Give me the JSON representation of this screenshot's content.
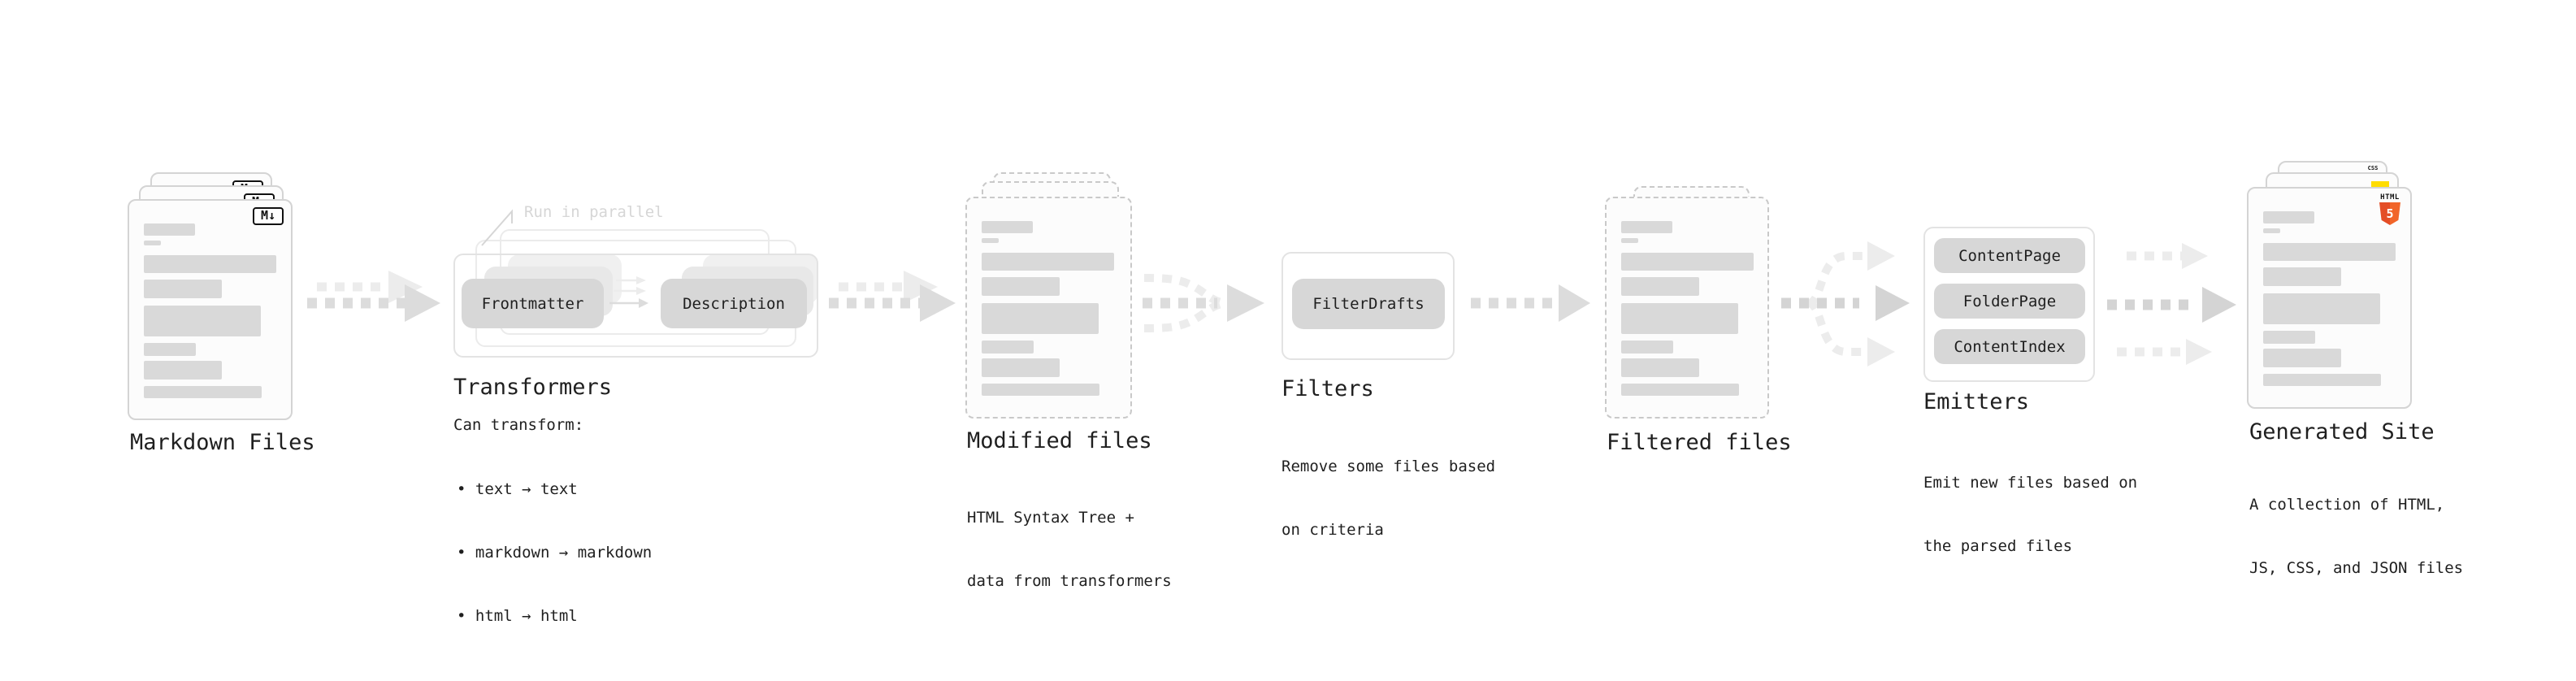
{
  "colors": {
    "text": "#1f1f1f",
    "muted": "#d6d6d6",
    "bar": "#d9d9d9",
    "pill": "#d7d7d7",
    "arrow": "#dcdcdc",
    "arrowmid": "#d4d4d4",
    "arrowlight": "#ececec",
    "ink": "#111111",
    "orange": "#e4542b",
    "yellow": "#ffdd00",
    "blue": "#2563eb",
    "border": "#d4d4d4",
    "borderdash": "#c9c9c9",
    "cardborder": "#e3e3e3",
    "docbg": "#fcfcfc",
    "ghost1": "#e8e8e8",
    "ghost2": "#f0f0f0"
  },
  "doc_bars": [
    {
      "w": 63,
      "h": 15,
      "mt": 0
    },
    {
      "w": 21,
      "h": 6,
      "mt": 6
    },
    {
      "w": 163,
      "h": 22,
      "mt": 12
    },
    {
      "w": 96,
      "h": 23,
      "mt": 8
    },
    {
      "w": 144,
      "h": 38,
      "mt": 9
    },
    {
      "w": 64,
      "h": 16,
      "mt": 8
    },
    {
      "w": 96,
      "h": 23,
      "mt": 6
    },
    {
      "w": 145,
      "h": 15,
      "mt": 8
    }
  ],
  "stages": {
    "markdown": {
      "label": "Markdown Files",
      "badge": "M↓"
    },
    "transformers": {
      "label": "Transformers",
      "annotation": "Run in parallel",
      "pill_a": "Frontmatter",
      "pill_b": "Description",
      "desc_title": "Can transform:",
      "bullets": [
        "• text → text",
        "• markdown → markdown",
        "• html → html"
      ]
    },
    "modified": {
      "label": "Modified files",
      "desc": [
        "HTML Syntax Tree +",
        "data from transformers"
      ]
    },
    "filters": {
      "label": "Filters",
      "pill": "FilterDrafts",
      "desc": [
        "Remove some files based",
        "on criteria"
      ]
    },
    "filtered": {
      "label": "Filtered files"
    },
    "emitters": {
      "label": "Emitters",
      "pills": [
        "ContentPage",
        "FolderPage",
        "ContentIndex"
      ],
      "desc": [
        "Emit new files based on",
        "the parsed files"
      ]
    },
    "generated": {
      "label": "Generated Site",
      "badges": {
        "html_text": "HTML",
        "html_num": "5",
        "css": "CSS"
      },
      "desc": [
        "A collection of HTML,",
        "JS, CSS, and JSON files"
      ]
    }
  }
}
